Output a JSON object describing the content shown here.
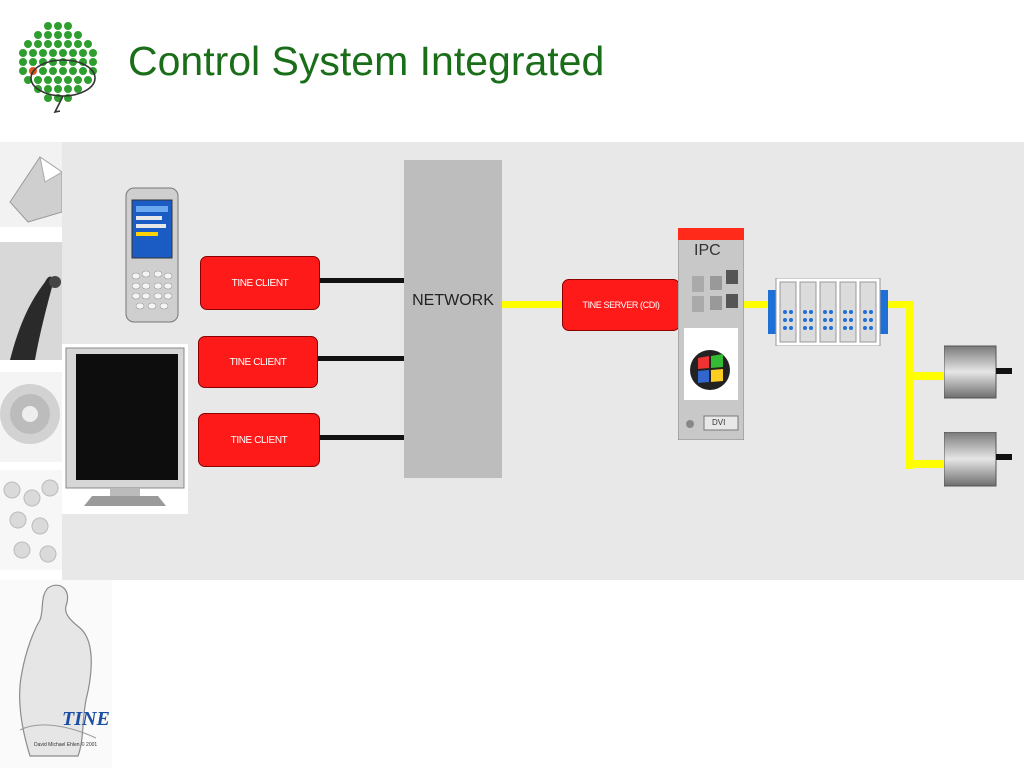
{
  "slide": {
    "title": "Control System Integrated"
  },
  "diagram": {
    "network_label": "NETWORK",
    "clients": [
      {
        "label": "TINE CLIENT"
      },
      {
        "label": "TINE CLIENT"
      },
      {
        "label": "TINE CLIENT"
      }
    ],
    "server_label": "TINE SERVER (CDI)",
    "ipc_label": "IPC",
    "ipc_port_label": "DVI"
  },
  "sidebar": {
    "logo_text": "TINE",
    "credit_text": "David Michael Ehlen © 2001"
  },
  "colors": {
    "title_green": "#1a6e1a",
    "client_red": "#ff1a1a",
    "link_yellow": "#ffff00",
    "network_gray": "#bdbdbd",
    "panel_gray": "#e8e8e8",
    "io_blue": "#1e6fd6"
  }
}
